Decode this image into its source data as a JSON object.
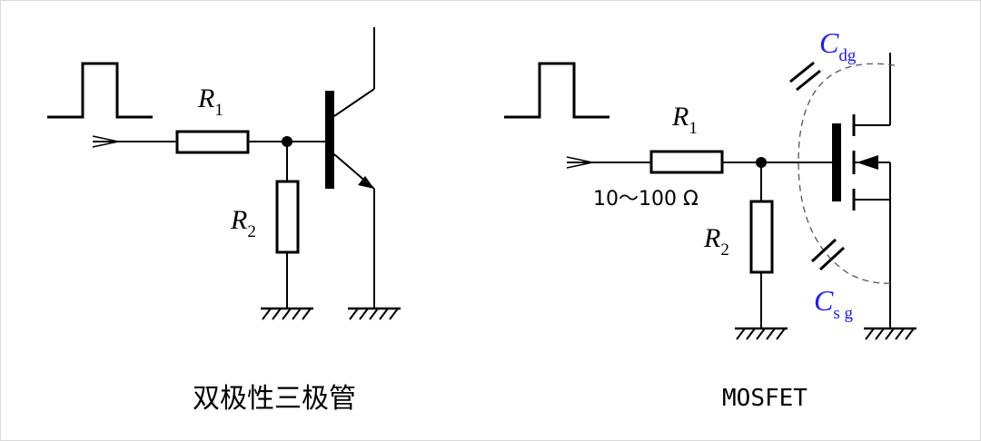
{
  "bjt": {
    "caption": "双极性三极管",
    "r1": {
      "main": "R",
      "sub": "1"
    },
    "r2": {
      "main": "R",
      "sub": "2"
    }
  },
  "mosfet": {
    "caption": "MOSFET",
    "r1": {
      "main": "R",
      "sub": "1"
    },
    "r2": {
      "main": "R",
      "sub": "2"
    },
    "r1_value": "10～100 Ω",
    "cdg": {
      "main": "C",
      "sub": "dg"
    },
    "csg": {
      "main": "C",
      "sub": "s g"
    }
  },
  "colors": {
    "line": "#000000",
    "capacitance_label": "#1a1aff",
    "dashed": "#555555"
  }
}
